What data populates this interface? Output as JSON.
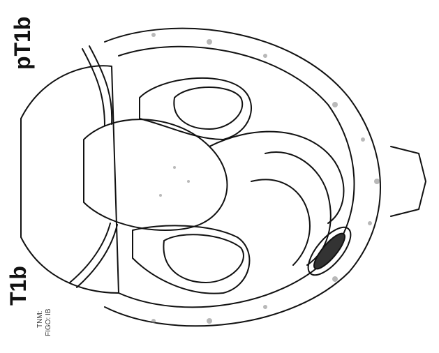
{
  "labels": {
    "primary_top": "pT1b",
    "primary_bottom": "T1b",
    "staging_tnm": "TNM:",
    "staging_figo": "FIGO: IB"
  },
  "colors": {
    "ink": "#111111",
    "stipple": "#8a8a8a",
    "background": "#ffffff"
  }
}
